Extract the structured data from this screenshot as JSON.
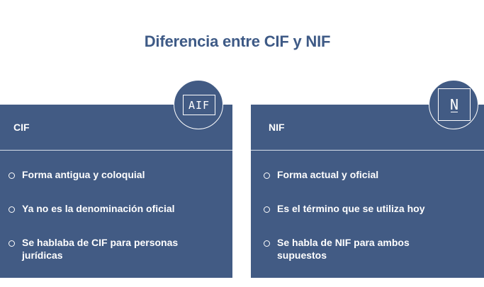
{
  "title": "Diferencia entre CIF y NIF",
  "left": {
    "label": "CIF",
    "badge": "AIF",
    "items": [
      "Forma antigua y coloquial",
      "Ya no es la denominación oficial",
      "Se hablaba de CIF para personas jurídicas"
    ]
  },
  "right": {
    "label": "NIF",
    "badge": "N",
    "items": [
      "Forma actual y oficial",
      "Es el término que se utiliza hoy",
      "Se habla de NIF para ambos supuestos"
    ]
  }
}
